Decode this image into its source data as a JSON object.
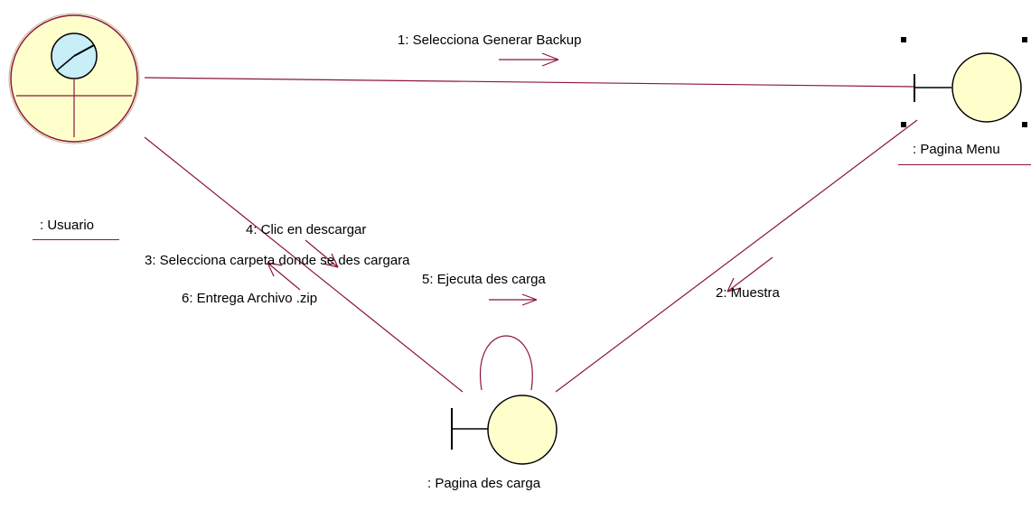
{
  "diagram": {
    "colors": {
      "line": "#8b1538",
      "fill": "#ffffcc",
      "stroke": "#000000",
      "actor_fill": "#c8eef8",
      "handle": "#000000"
    },
    "objects": {
      "usuario": {
        "label": ": Usuario",
        "icon": "actor-icon"
      },
      "pagina_menu": {
        "label": ": Pagina Menu",
        "icon": "boundary-icon"
      },
      "pagina_descarga": {
        "label": ": Pagina des carga",
        "icon": "boundary-icon"
      }
    },
    "messages": [
      {
        "id": "m1",
        "text": "1: Selecciona Generar Backup",
        "from": "usuario",
        "to": "pagina_menu"
      },
      {
        "id": "m2",
        "text": "2: Muestra",
        "from": "pagina_menu",
        "to": "pagina_descarga"
      },
      {
        "id": "m3",
        "text": "3: Selecciona carpeta donde se des cargara",
        "from": "usuario",
        "to": "pagina_descarga"
      },
      {
        "id": "m4",
        "text": "4: Clic en descargar",
        "from": "usuario",
        "to": "pagina_descarga"
      },
      {
        "id": "m5",
        "text": "5: Ejecuta des carga",
        "from": "pagina_descarga",
        "to": "pagina_descarga"
      },
      {
        "id": "m6",
        "text": "6: Entrega Archivo .zip",
        "from": "pagina_descarga",
        "to": "usuario"
      }
    ]
  }
}
